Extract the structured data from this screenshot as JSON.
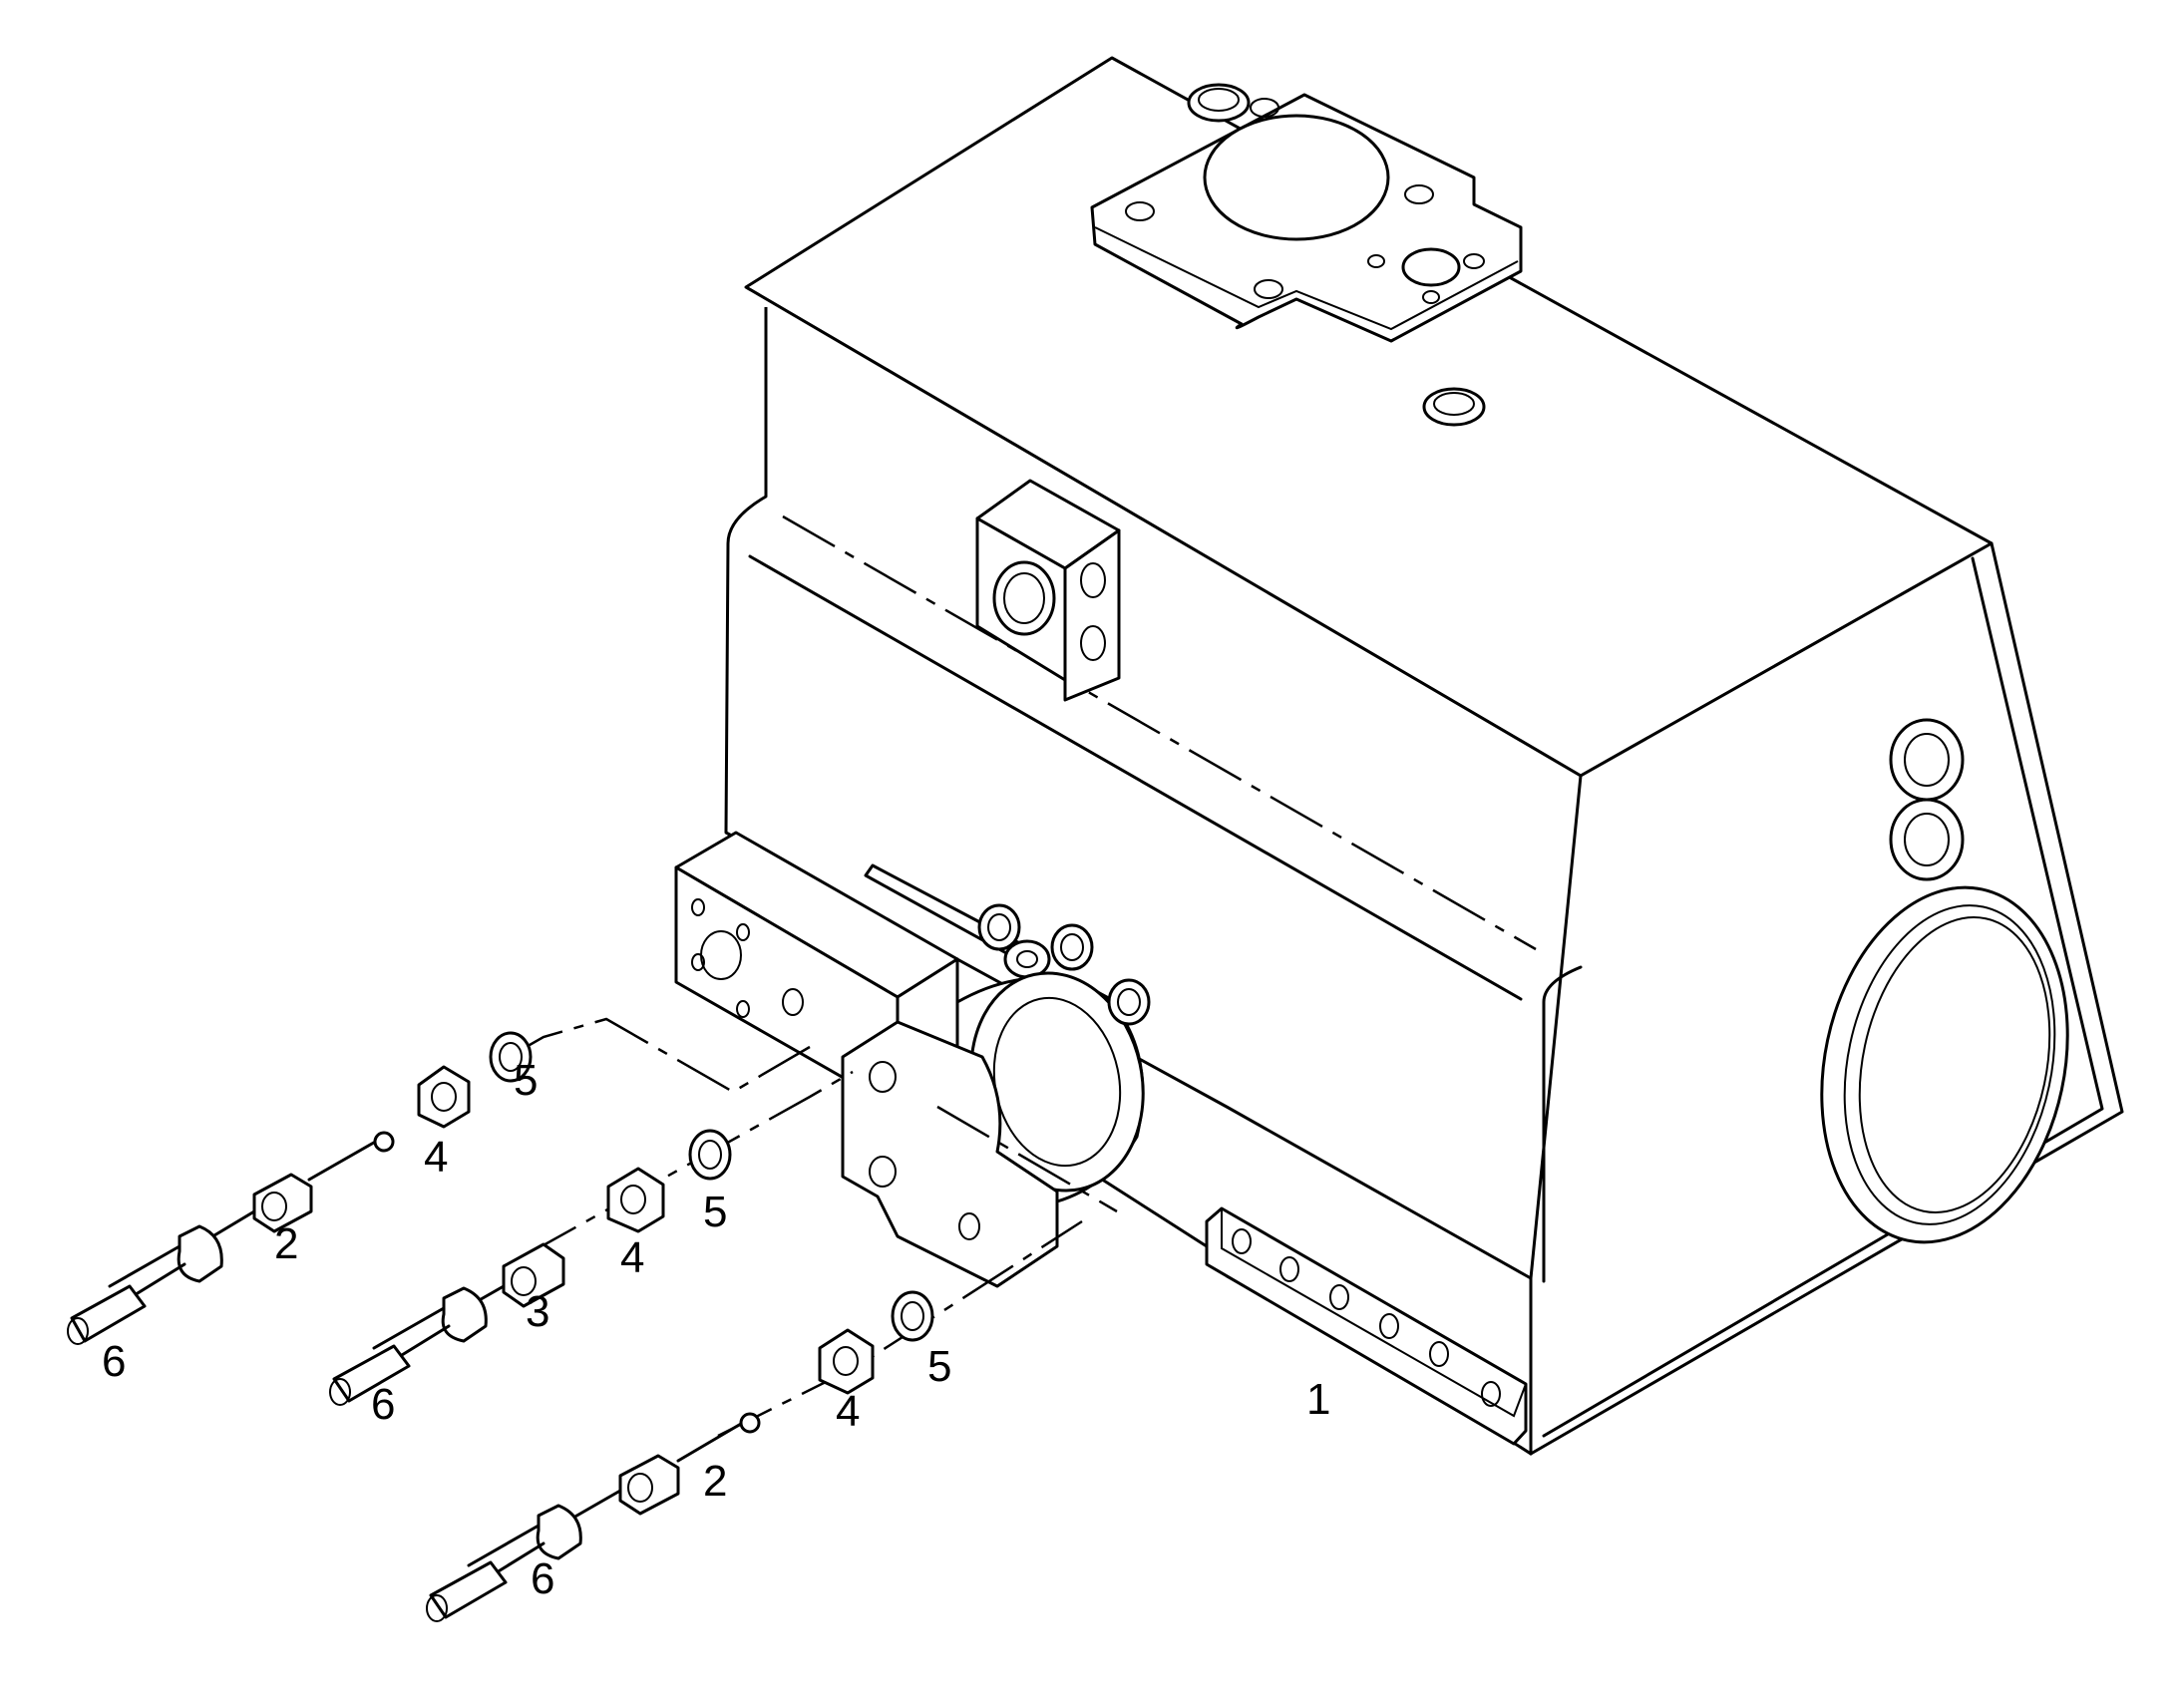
{
  "callouts": {
    "c1": "1",
    "c2a": "2",
    "c2b": "2",
    "c3": "3",
    "c4a": "4",
    "c4b": "4",
    "c4c": "4",
    "c5a": "5",
    "c5b": "5",
    "c5c": "5",
    "c6a": "6",
    "c6b": "6",
    "c6c": "6"
  }
}
